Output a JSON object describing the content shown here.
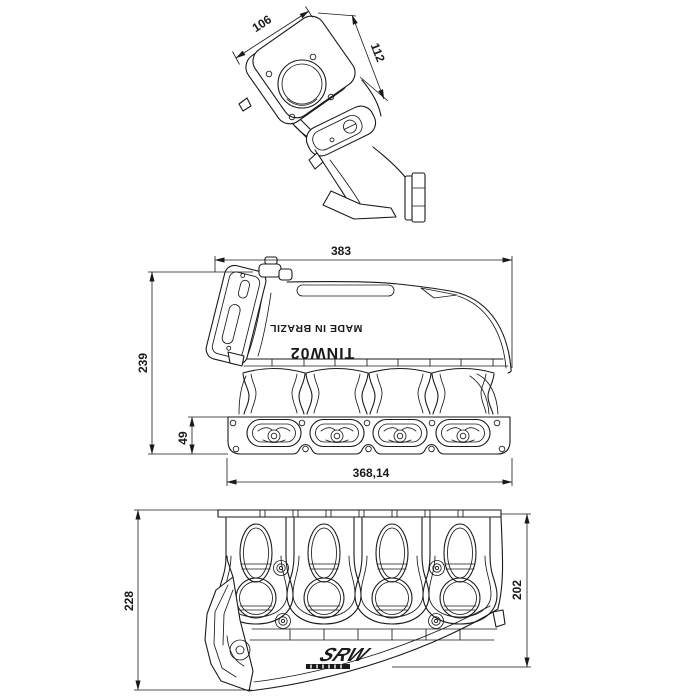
{
  "drawing": {
    "colors": {
      "line": "#1a1a1a",
      "background": "#ffffff"
    },
    "views": {
      "iso_view": {
        "dim_flange_width": "106",
        "dim_flange_depth": "112"
      },
      "side_view": {
        "dim_overall_length": "383",
        "dim_overall_height": "239",
        "dim_base_flange_height": "49",
        "dim_base_flange_length": "368,14",
        "marking_part_number": "TINW02",
        "marking_origin": "MADE IN BRAZIL"
      },
      "front_view": {
        "dim_height_left": "228",
        "dim_height_right": "202",
        "logo_text": "SRW"
      }
    }
  }
}
